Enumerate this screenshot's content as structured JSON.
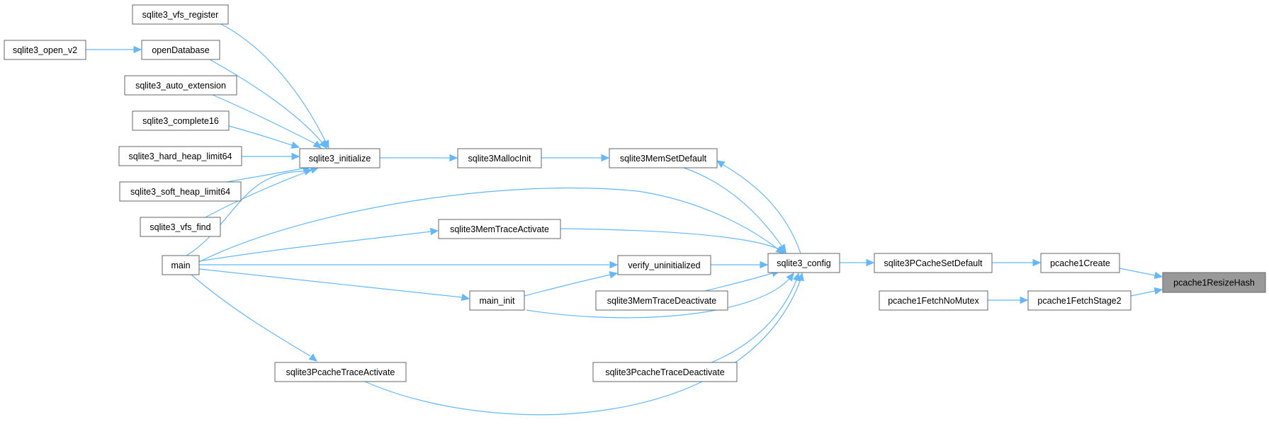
{
  "diagram": {
    "type": "call-graph",
    "colors": {
      "edge": "#63b8ff",
      "node_border": "#666666",
      "node_fill": "#ffffff",
      "root_fill": "#999999"
    },
    "nodes": [
      {
        "id": "pcache1ResizeHash",
        "label": "pcache1ResizeHash",
        "root": true
      },
      {
        "id": "pcache1Create",
        "label": "pcache1Create"
      },
      {
        "id": "pcache1FetchStage2",
        "label": "pcache1FetchStage2"
      },
      {
        "id": "pcache1FetchNoMutex",
        "label": "pcache1FetchNoMutex"
      },
      {
        "id": "sqlite3PCacheSetDefault",
        "label": "sqlite3PCacheSetDefault"
      },
      {
        "id": "sqlite3_config",
        "label": "sqlite3_config"
      },
      {
        "id": "sqlite3MemSetDefault",
        "label": "sqlite3MemSetDefault"
      },
      {
        "id": "sqlite3MallocInit",
        "label": "sqlite3MallocInit"
      },
      {
        "id": "sqlite3_initialize",
        "label": "sqlite3_initialize"
      },
      {
        "id": "sqlite3MemTraceActivate",
        "label": "sqlite3MemTraceActivate"
      },
      {
        "id": "verify_uninitialized",
        "label": "verify_uninitialized"
      },
      {
        "id": "sqlite3MemTraceDeactivate",
        "label": "sqlite3MemTraceDeactivate"
      },
      {
        "id": "main_init",
        "label": "main_init"
      },
      {
        "id": "sqlite3PcacheTraceDeactivate",
        "label": "sqlite3PcacheTraceDeactivate"
      },
      {
        "id": "sqlite3PcacheTraceActivate",
        "label": "sqlite3PcacheTraceActivate"
      },
      {
        "id": "main",
        "label": "main"
      },
      {
        "id": "sqlite3_vfs_register",
        "label": "sqlite3_vfs_register"
      },
      {
        "id": "openDatabase",
        "label": "openDatabase"
      },
      {
        "id": "sqlite3_open_v2",
        "label": "sqlite3_open_v2"
      },
      {
        "id": "sqlite3_auto_extension",
        "label": "sqlite3_auto_extension"
      },
      {
        "id": "sqlite3_complete16",
        "label": "sqlite3_complete16"
      },
      {
        "id": "sqlite3_hard_heap_limit64",
        "label": "sqlite3_hard_heap_limit64"
      },
      {
        "id": "sqlite3_soft_heap_limit64",
        "label": "sqlite3_soft_heap_limit64"
      },
      {
        "id": "sqlite3_vfs_find",
        "label": "sqlite3_vfs_find"
      }
    ],
    "edges": [
      {
        "from": "pcache1Create",
        "to": "pcache1ResizeHash"
      },
      {
        "from": "pcache1FetchStage2",
        "to": "pcache1ResizeHash"
      },
      {
        "from": "pcache1FetchNoMutex",
        "to": "pcache1FetchStage2"
      },
      {
        "from": "sqlite3PCacheSetDefault",
        "to": "pcache1Create"
      },
      {
        "from": "sqlite3_config",
        "to": "sqlite3PCacheSetDefault"
      },
      {
        "from": "sqlite3MemSetDefault",
        "to": "sqlite3_config"
      },
      {
        "from": "sqlite3_config",
        "to": "sqlite3MemSetDefault"
      },
      {
        "from": "sqlite3MallocInit",
        "to": "sqlite3MemSetDefault"
      },
      {
        "from": "sqlite3_initialize",
        "to": "sqlite3MallocInit"
      },
      {
        "from": "sqlite3MemTraceActivate",
        "to": "sqlite3_config"
      },
      {
        "from": "verify_uninitialized",
        "to": "sqlite3_config"
      },
      {
        "from": "sqlite3MemTraceDeactivate",
        "to": "sqlite3_config"
      },
      {
        "from": "main_init",
        "to": "sqlite3_config"
      },
      {
        "from": "sqlite3PcacheTraceDeactivate",
        "to": "sqlite3_config"
      },
      {
        "from": "sqlite3PcacheTraceActivate",
        "to": "sqlite3_config"
      },
      {
        "from": "main",
        "to": "sqlite3_config"
      },
      {
        "from": "main",
        "to": "sqlite3MemTraceActivate"
      },
      {
        "from": "main",
        "to": "verify_uninitialized"
      },
      {
        "from": "main",
        "to": "main_init"
      },
      {
        "from": "main_init",
        "to": "verify_uninitialized"
      },
      {
        "from": "main",
        "to": "sqlite3PcacheTraceActivate"
      },
      {
        "from": "main",
        "to": "sqlite3_initialize"
      },
      {
        "from": "sqlite3_vfs_register",
        "to": "sqlite3_initialize"
      },
      {
        "from": "openDatabase",
        "to": "sqlite3_initialize"
      },
      {
        "from": "sqlite3_open_v2",
        "to": "openDatabase"
      },
      {
        "from": "sqlite3_auto_extension",
        "to": "sqlite3_initialize"
      },
      {
        "from": "sqlite3_complete16",
        "to": "sqlite3_initialize"
      },
      {
        "from": "sqlite3_hard_heap_limit64",
        "to": "sqlite3_initialize"
      },
      {
        "from": "sqlite3_soft_heap_limit64",
        "to": "sqlite3_initialize"
      },
      {
        "from": "sqlite3_vfs_find",
        "to": "sqlite3_initialize"
      }
    ]
  }
}
